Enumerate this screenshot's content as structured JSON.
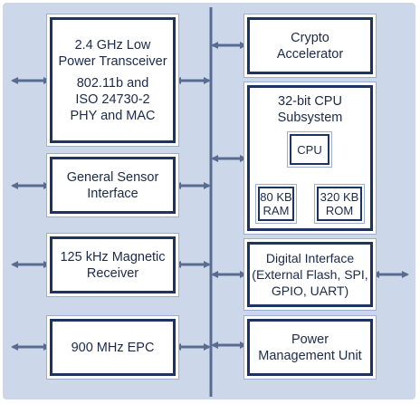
{
  "colors": {
    "background": "#ccd8e9",
    "block_border": "#1d3362",
    "arrow": "#5a6b92",
    "text": "#1b2a4a"
  },
  "left_blocks": {
    "transceiver": {
      "title": [
        "2.4 GHz Low",
        "Power Transceiver"
      ],
      "detail": [
        "802.11b and",
        "ISO 24730-2",
        "PHY and MAC"
      ]
    },
    "sensor": {
      "lines": [
        "General Sensor",
        "Interface"
      ]
    },
    "magnetic": {
      "lines": [
        "125 kHz Magnetic",
        "Receiver"
      ]
    },
    "epc": {
      "lines": [
        "900 MHz EPC"
      ]
    }
  },
  "right_blocks": {
    "crypto": {
      "lines": [
        "Crypto",
        "Accelerator"
      ]
    },
    "cpu_subsystem": {
      "title": [
        "32-bit CPU",
        "Subsystem"
      ],
      "cpu": "CPU",
      "ram": [
        "80 KB",
        "RAM"
      ],
      "rom": [
        "320 KB",
        "ROM"
      ]
    },
    "digital": {
      "lines": [
        "Digital Interface",
        "(External Flash, SPI,",
        "GPIO, UART)"
      ]
    },
    "power": {
      "lines": [
        "Power",
        "Management Unit"
      ]
    }
  }
}
